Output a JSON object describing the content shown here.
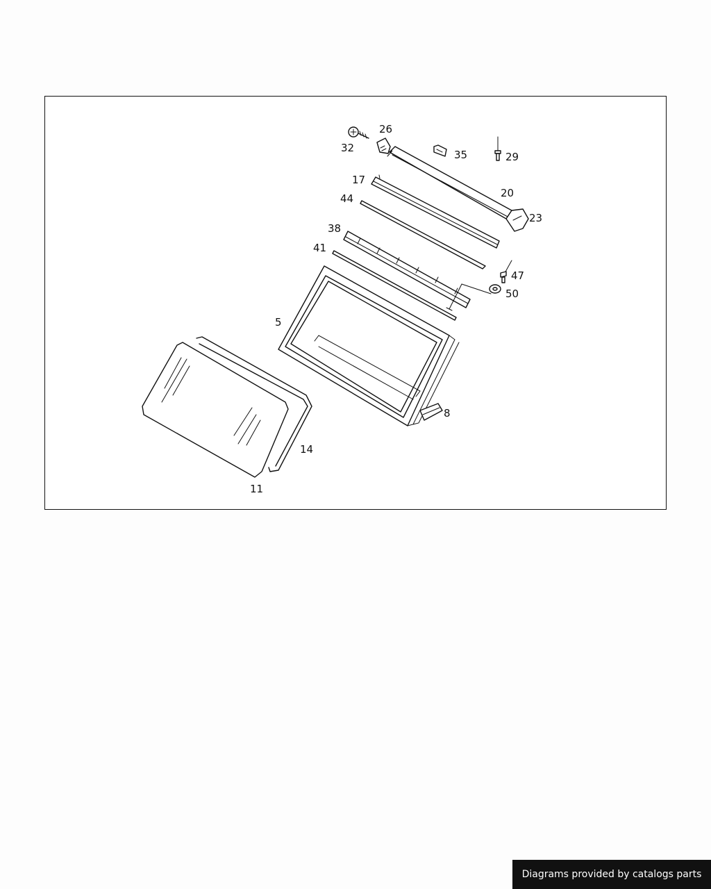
{
  "callouts": {
    "p32": "32",
    "p26": "26",
    "p35": "35",
    "p29": "29",
    "p17": "17",
    "p20": "20",
    "p44": "44",
    "p23": "23",
    "p38": "38",
    "p41": "41",
    "p47": "47",
    "p50": "50",
    "p5": "5",
    "p8": "8",
    "p14": "14",
    "p11": "11"
  },
  "footer": {
    "credit": "Diagrams provided by catalogs parts"
  }
}
